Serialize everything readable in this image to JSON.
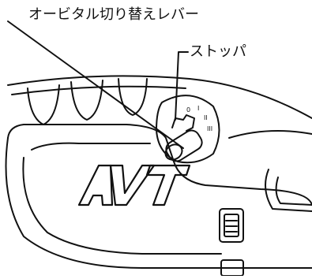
{
  "labels": {
    "orbital_lever": "オービタル切り替えレバー",
    "stopper": "ストッパ"
  },
  "logo": {
    "text": "AVT"
  },
  "dial": {
    "marks": [
      "0",
      "I",
      "II",
      "III"
    ]
  },
  "colors": {
    "line": "#111111",
    "background": "#ffffff"
  }
}
